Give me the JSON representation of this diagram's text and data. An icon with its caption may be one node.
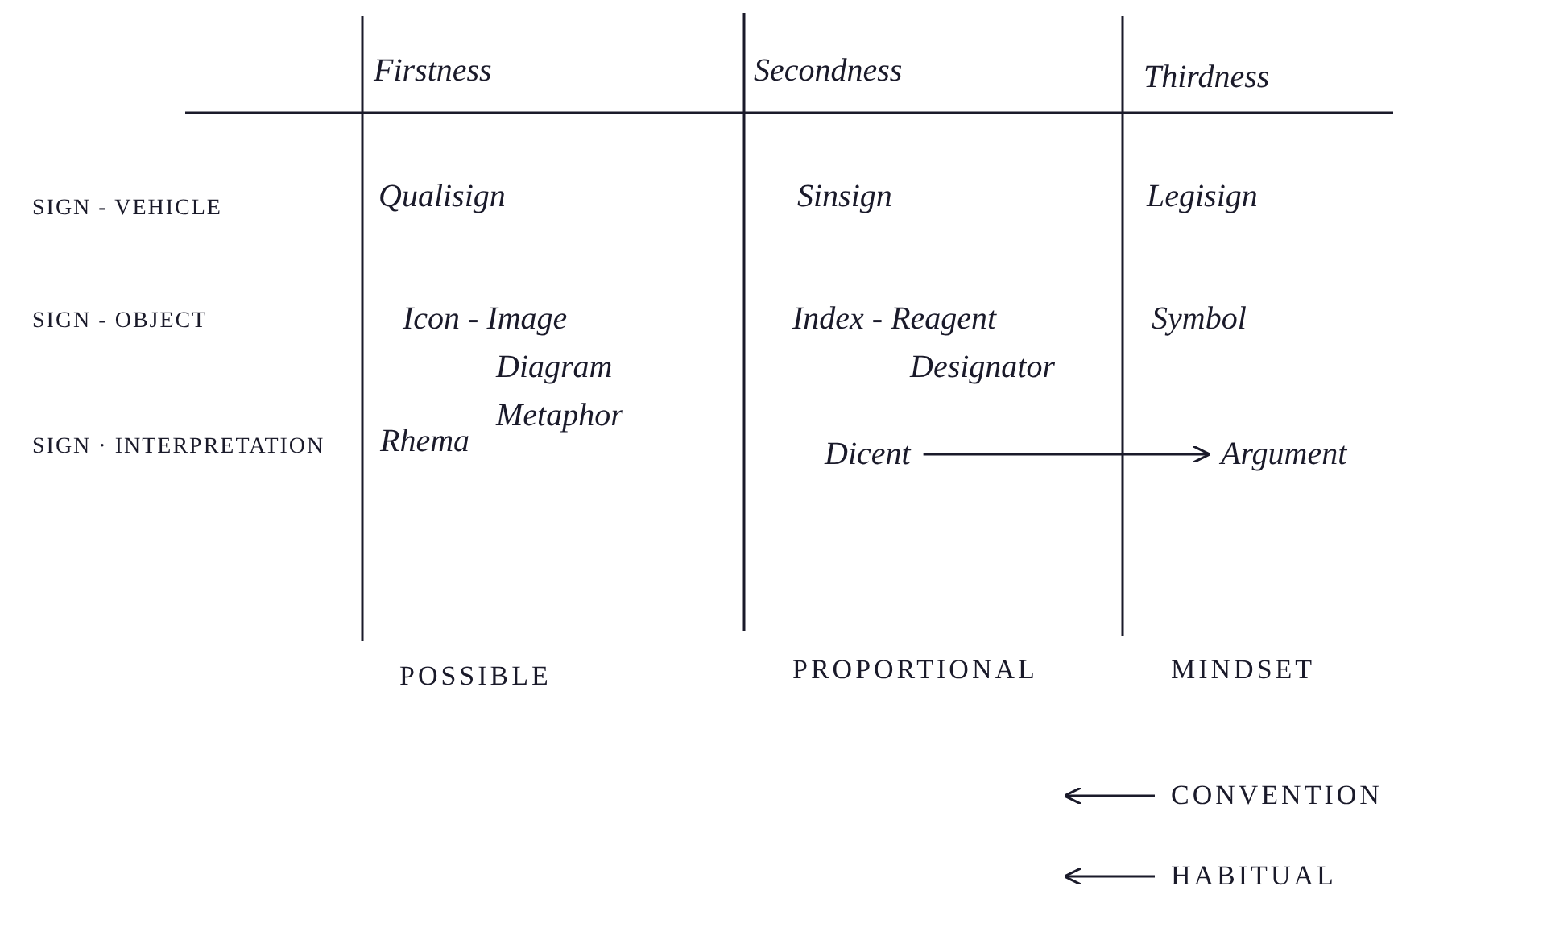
{
  "diagram": {
    "nodes": [
      {
        "text": [
          "Dicent"
        ]
      },
      {
        "text": [
          "Argument"
        ]
      },
      {
        "text": [
          "CONVENTION"
        ]
      },
      {
        "text": [
          "HABITUAL"
        ]
      }
    ],
    "edges": [
      {
        "from": 0,
        "to": 1,
        "arrow": "to"
      },
      {
        "from": 2,
        "to": null,
        "arrow": "to"
      },
      {
        "from": 3,
        "to": null,
        "arrow": "to"
      }
    ],
    "labels": [
      "Firstness",
      "Secondness",
      "Thirdness",
      "SIGN - VEHICLE",
      "Qualisign",
      "Sinsign",
      "Legisign",
      "SIGN - OBJECT",
      "Icon - Image",
      "Diagram",
      "Metaphor",
      "Index - Reagent",
      "Designator",
      "Symbol",
      "SIGN · INTERPRETATION",
      "Rhema",
      "POSSIBLE",
      "PROPORTIONAL",
      "MINDSET"
    ]
  }
}
